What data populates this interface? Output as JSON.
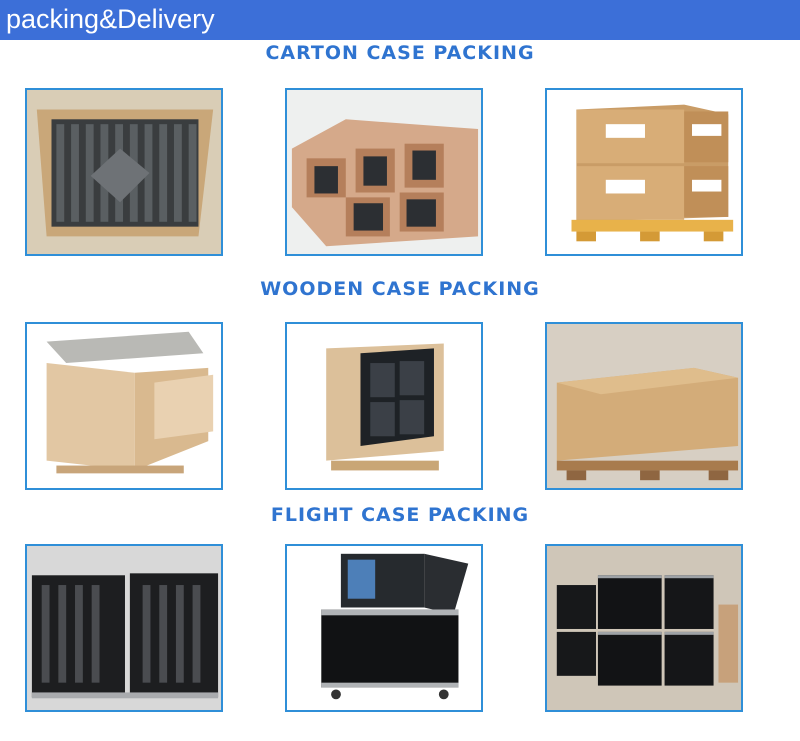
{
  "header": {
    "title": "packing&Delivery"
  },
  "sections": [
    {
      "title": "CARTON CASE PACKING",
      "photos": [
        "carton-open-modules-photo",
        "carton-boxes-with-modules-photo",
        "carton-boxes-on-pallet-photo"
      ]
    },
    {
      "title": "WOODEN CASE PACKING",
      "photos": [
        "wooden-crate-open-photo",
        "wooden-crate-with-cabinet-photo",
        "wooden-crate-closed-photo"
      ]
    },
    {
      "title": "FLIGHT CASE PACKING",
      "photos": [
        "flight-case-dividers-photo",
        "flight-case-open-cabinet-photo",
        "flight-cases-stacked-warehouse-photo"
      ]
    }
  ],
  "colors": {
    "header_bg": "#3c6fd8",
    "section_title": "#2f74d0",
    "photo_border": "#2f8fd8"
  }
}
